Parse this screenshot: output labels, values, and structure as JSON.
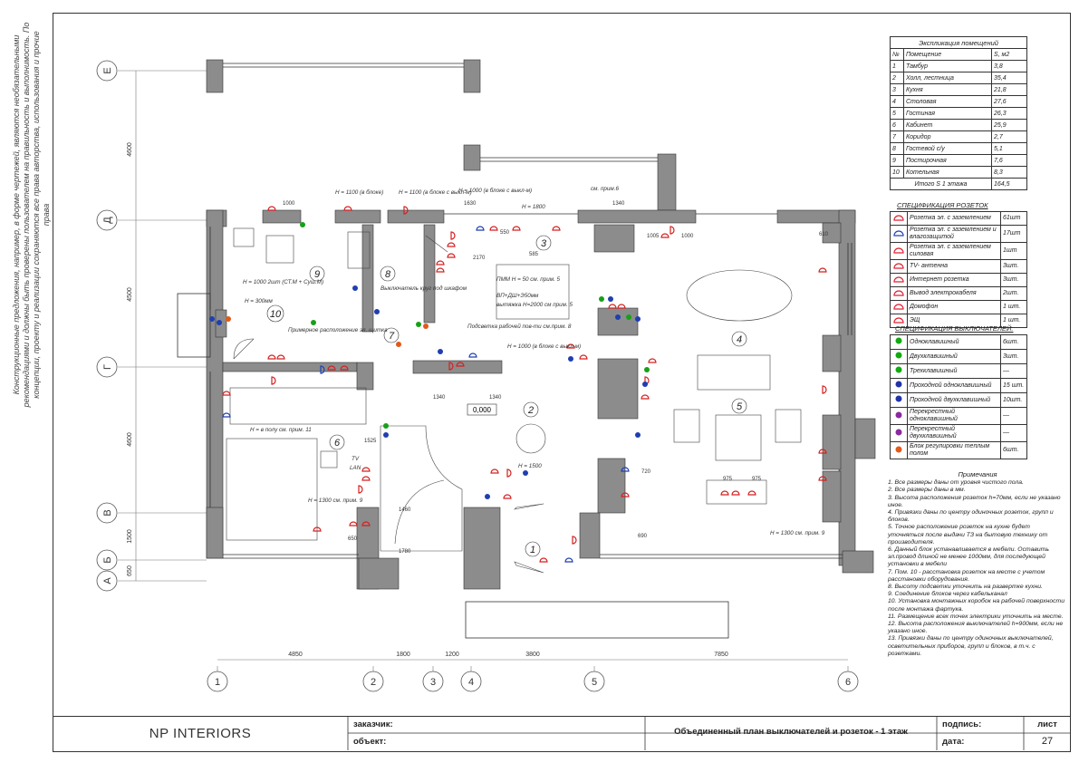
{
  "side_note": "Конструкционные предложения, например, в форме чертежей, являются необязательными рекомендациями и должны быть проверены пользователем на правильность и выполнимость. По концепции, проекту и реализации сохраняются все права авторства, использования и прочие права",
  "grid": {
    "rows": [
      "Е",
      "Д",
      "Г",
      "В",
      "Б",
      "А"
    ],
    "cols": [
      "1",
      "2",
      "3",
      "4",
      "5",
      "6"
    ],
    "row_dims": [
      "4600",
      "4500",
      "4600",
      "1500",
      "650"
    ],
    "col_dims": [
      "4850",
      "1800",
      "1200",
      "3800",
      "7850"
    ]
  },
  "rooms": [
    "1",
    "2",
    "3",
    "4",
    "5",
    "6",
    "7",
    "8",
    "9",
    "10"
  ],
  "level_mark": "0,000",
  "plan_labels": {
    "h1100_block": "Н = 1100 (в блоке)",
    "h1100_block_sw": "Н = 1100 (в блоке с выкл-м)",
    "h1000_block": "Н = 1000 (в блоке с выкл-м)",
    "h1800": "Н = 1800",
    "see6": "см. прим.6",
    "h1000_2": "Н = 1000 2шт (СТ.М + Суш.М)",
    "h300": "Н = 300мм",
    "pmm": "ПММ Н = 50 см. прим. 5",
    "vp": "ВП+ДШ+Э50мм",
    "vyt": "вытяжка Н=2000 см прим. 5",
    "switch_under": "Выключатель круг под шкафом",
    "light_work": "Подсветка рабочей пов-ти см.прим. 8",
    "h1000_3": "Н = 1000 (в блоке с выкл-м)",
    "panel": "Примерное расположение эл. щитка",
    "h_floor": "Н = в полу см. прим. 11",
    "h1300": "Н = 1300 см. прим. 9",
    "h1500": "Н = 1500",
    "h1300b": "Н = 1300 см. прим. 9",
    "tv": "TV",
    "lan": "LAN",
    "dims": [
      "1000",
      "1630",
      "1340",
      "1005",
      "1000",
      "1340",
      "1340",
      "975",
      "975",
      "690",
      "1525",
      "2170",
      "1460",
      "1780",
      "550",
      "585",
      "610",
      "720",
      "650"
    ]
  },
  "explication": {
    "title": "Экспликация помещений",
    "headers": [
      "№",
      "Помещение",
      "S, м2"
    ],
    "rows": [
      [
        "1",
        "Тамбур",
        "3,8"
      ],
      [
        "2",
        "Холл, лестница",
        "35,4"
      ],
      [
        "3",
        "Кухня",
        "21,8"
      ],
      [
        "4",
        "Столовая",
        "27,6"
      ],
      [
        "5",
        "Гостиная",
        "26,3"
      ],
      [
        "6",
        "Кабинет",
        "25,9"
      ],
      [
        "7",
        "Коридор",
        "2,7"
      ],
      [
        "8",
        "Гостевой с/у",
        "5,1"
      ],
      [
        "9",
        "Постирочная",
        "7,6"
      ],
      [
        "10",
        "Котельная",
        "8,3"
      ]
    ],
    "total_label": "Итого S 1 этажа",
    "total_value": "164,5"
  },
  "sockets": {
    "title": "СПЕЦИФИКАЦИЯ РОЗЕТОК",
    "rows": [
      {
        "name": "Розетка эл. с заземлением",
        "qty": "61шт",
        "color": "#d23"
      },
      {
        "name": "Розетка эл. с заземлением и влагозащитой",
        "qty": "17шт",
        "color": "#2244bb"
      },
      {
        "name": "Розетка эл. с заземлением силовая",
        "qty": "1шт",
        "color": "#d23"
      },
      {
        "name": "TV- антенна",
        "qty": "3шт.",
        "color": "#d23"
      },
      {
        "name": "Интернет розетка",
        "qty": "3шт.",
        "color": "#d23"
      },
      {
        "name": "Вывод электрокабеля",
        "qty": "2шт.",
        "color": "#d23"
      },
      {
        "name": "Домофон",
        "qty": "1 шт.",
        "color": "#d23"
      },
      {
        "name": "ЭЩ",
        "qty": "1 шт.",
        "color": "#d23"
      }
    ]
  },
  "switches": {
    "title": "СПЕЦИФИКАЦИЯ ВЫКЛЮЧАТЕЛЕЙ:",
    "rows": [
      {
        "name": "Одноклавишный",
        "qty": "6шт.",
        "color": "#1a1"
      },
      {
        "name": "Двухклавишный",
        "qty": "3шт.",
        "color": "#1a1"
      },
      {
        "name": "Трехклавишный",
        "qty": "—",
        "color": "#1a1"
      },
      {
        "name": "Проходной одноклавишный",
        "qty": "15 шт.",
        "color": "#2233aa"
      },
      {
        "name": "Проходной двухклавишный",
        "qty": "10шт.",
        "color": "#2233aa"
      },
      {
        "name": "Перекрестный одноклавишный",
        "qty": "—",
        "color": "#8a2aa0"
      },
      {
        "name": "Перекрестный двухклавишный",
        "qty": "—",
        "color": "#8a2aa0"
      },
      {
        "name": "Блок регулировки теплым полом",
        "qty": "6шт.",
        "color": "#e05a1a"
      }
    ]
  },
  "notes": {
    "title": "Примечания",
    "items": [
      "1. Все размеры даны от уровня чистого пола.",
      "2. Все размеры даны в мм.",
      "3. Высота расположения розеток h=70мм, если не указано иное.",
      "4. Привязки даны по центру одиночных розеток, групп и блоков.",
      "5. Точное расположение розеток на кухне будет уточняться после выдачи ТЗ на бытовую технику от производителя.",
      "6. Данный блок устанавливается в мебели. Оставить эл.провод длиной не менее 1000мм, для последующей установки в мебели",
      "7. Пом. 10 - расстановка розеток на месте с учетом расстановки оборудования.",
      "8. Высоту подсветки уточнить на развертке кухни.",
      "9. Соединение блоков через кабельканал",
      "10. Установка монтажных коробок на рабочей поверхности после монтажа фартука.",
      "11. Размещение всех точек электрики уточнить на месте.",
      "12. Высота расположения выключателей h=900мм, если не указано иное.",
      "13. Привязки даны по центру одиночных выключателей, осветительных приборов, групп и блоков, в т.ч. с розетками."
    ]
  },
  "title_block": {
    "company": "NP INTERIORS",
    "customer_label": "заказчик:",
    "object_label": "объект:",
    "drawing_title": "Объединенный план выключателей и розеток - 1 этаж",
    "sign_label": "подпись:",
    "date_label": "дата:",
    "sheet_label": "лист",
    "sheet_number": "27"
  },
  "colors": {
    "wall": "#8a8a8a",
    "red": "#d42020",
    "blue": "#1f3fb0",
    "green": "#18a018",
    "orange": "#e05a1a",
    "purple": "#8a2aa0"
  }
}
